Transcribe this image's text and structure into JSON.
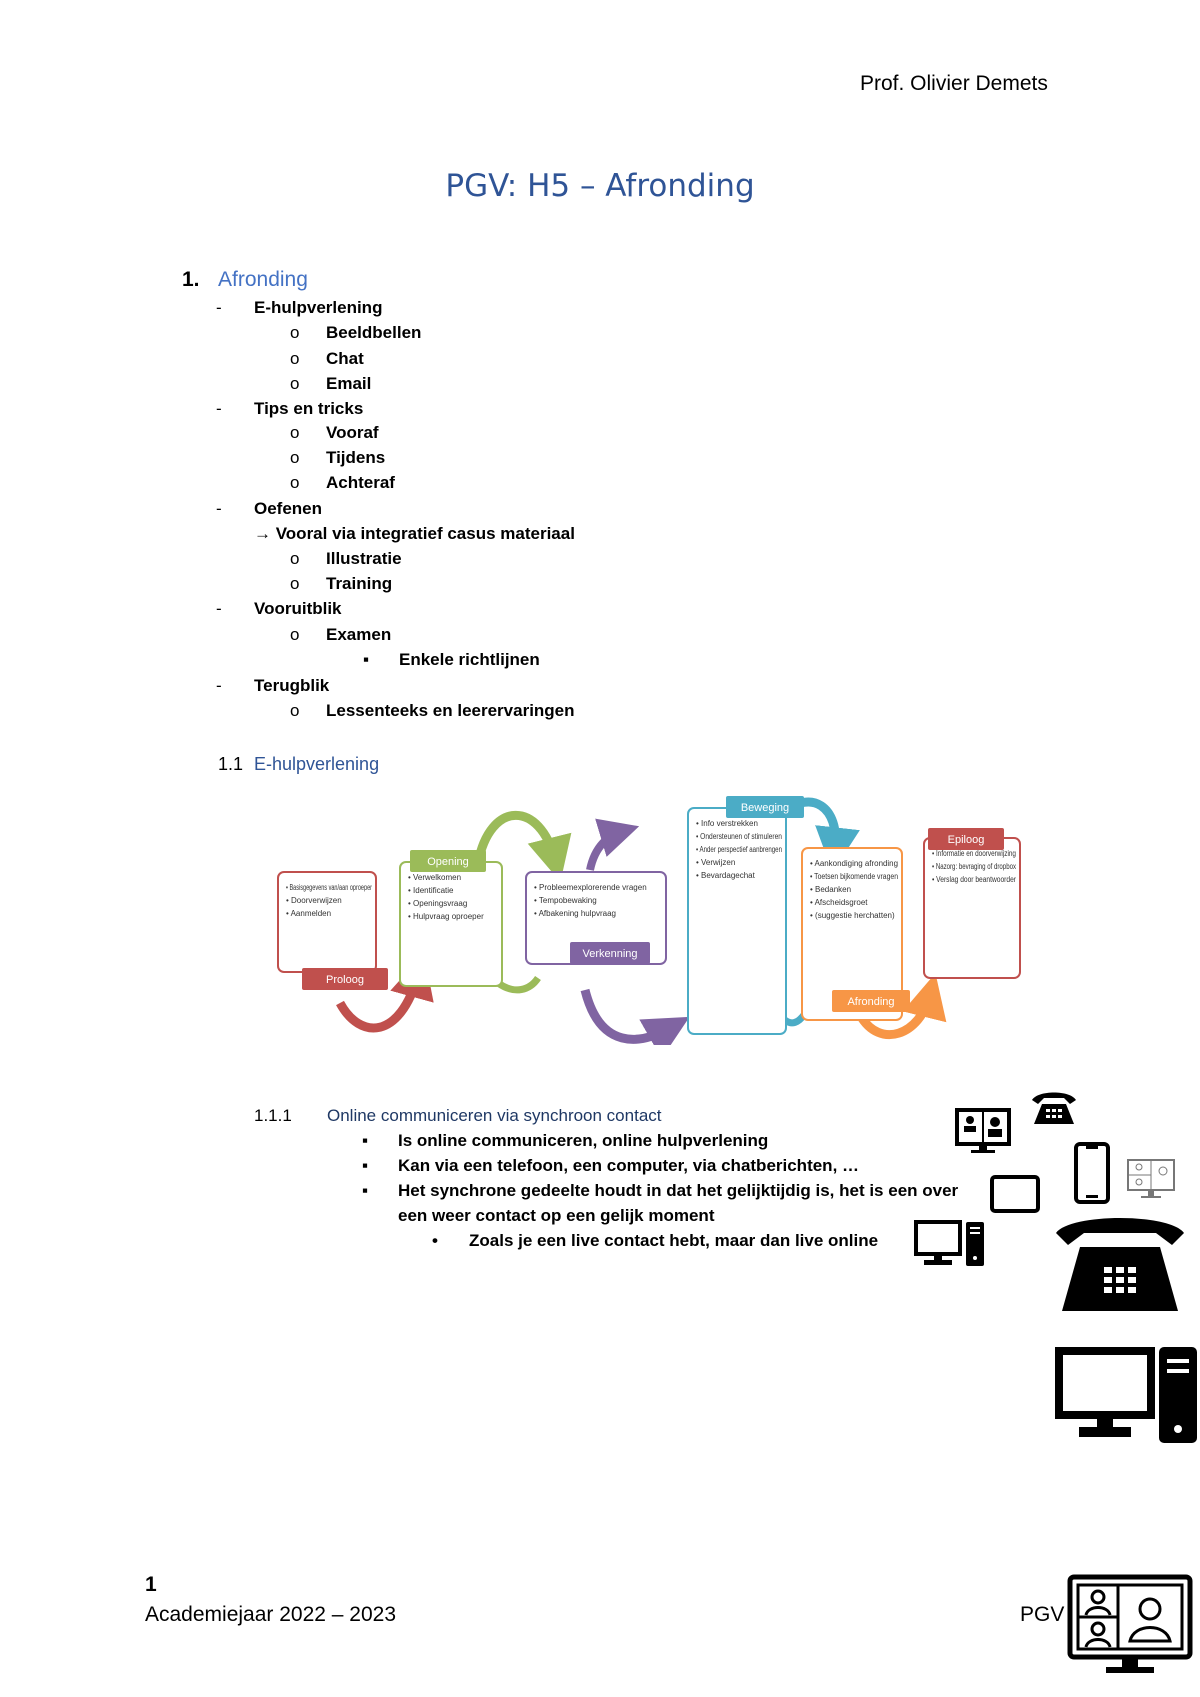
{
  "header": {
    "author": "Prof. Olivier Demets"
  },
  "title": "PGV: H5 – Afronding",
  "section1": {
    "number": "1.",
    "title": "Afronding"
  },
  "outline": [
    {
      "level": 1,
      "marker": "-",
      "text": "E-hulpverlening"
    },
    {
      "level": 2,
      "marker": "o",
      "text": "Beeldbellen"
    },
    {
      "level": 2,
      "marker": "o",
      "text": "Chat"
    },
    {
      "level": 2,
      "marker": "o",
      "text": "Email"
    },
    {
      "level": 1,
      "marker": "-",
      "text": "Tips en tricks"
    },
    {
      "level": 2,
      "marker": "o",
      "text": "Vooraf"
    },
    {
      "level": 2,
      "marker": "o",
      "text": "Tijdens"
    },
    {
      "level": 2,
      "marker": "o",
      "text": "Achteraf"
    },
    {
      "level": 1,
      "marker": "-",
      "text": "Oefenen"
    },
    {
      "level": 1,
      "marker": "",
      "text": "→ Vooral via integratief casus materiaal"
    },
    {
      "level": 2,
      "marker": "o",
      "text": "Illustratie"
    },
    {
      "level": 2,
      "marker": "o",
      "text": "Training"
    },
    {
      "level": 1,
      "marker": "-",
      "text": "Vooruitblik"
    },
    {
      "level": 2,
      "marker": "o",
      "text": "Examen"
    },
    {
      "level": 3,
      "marker": "▪",
      "text": "Enkele richtlijnen"
    },
    {
      "level": 1,
      "marker": "-",
      "text": "Terugblik"
    },
    {
      "level": 2,
      "marker": "o",
      "text": "Lessenteeks en leerervaringen"
    }
  ],
  "section1_1": {
    "number": "1.1",
    "title": "E-hulpverlening"
  },
  "diagram": {
    "phases": [
      {
        "label": "Proloog",
        "color": "#c0504d",
        "items": [
          "Basisgegevens van/aan oproeper",
          "Doorverwijzen",
          "Aanmelden"
        ]
      },
      {
        "label": "Opening",
        "color": "#9bbb59",
        "items": [
          "Verwelkomen",
          "Identificatie",
          "Openingsvraag",
          "Hulpvraag oproeper"
        ]
      },
      {
        "label": "Verkenning",
        "color": "#8064a2",
        "items": [
          "Probleemexplorerende vragen",
          "Tempobewaking",
          "Afbakening hulpvraag"
        ]
      },
      {
        "label": "Beweging",
        "color": "#4bacc6",
        "items": [
          "Info verstrekken",
          "Ondersteunen of stimuleren",
          "Ander perspectief aanbrengen",
          "Verwijzen",
          "Bevardagechat"
        ]
      },
      {
        "label": "Afronding",
        "color": "#f79646",
        "items": [
          "Aankondiging afronding",
          "Toetsen bijkomende vragen",
          "Bedanken",
          "Afscheidsgroet",
          "(suggestie herchatten)"
        ]
      },
      {
        "label": "Epiloog",
        "color": "#c0504d",
        "items": [
          "Informatie en doorverwijzing",
          "Nazorg: bevraging of dropbox",
          "Verslag door beantwoorder"
        ]
      }
    ]
  },
  "section1_1_1": {
    "number": "1.1.1",
    "title": "Online communiceren via synchroon contact"
  },
  "bullets": [
    {
      "level": 1,
      "text": "Is online communiceren, online hulpverlening"
    },
    {
      "level": 1,
      "text": "Kan via een telefoon, een computer, via chatberichten, …"
    },
    {
      "level": 1,
      "text": "Het synchrone gedeelte houdt in dat het gelijktijdig is, het is een over"
    },
    {
      "level": 1,
      "text": "een weer contact op een gelijk moment"
    },
    {
      "level": 2,
      "text": "Zoals je een live contact hebt, maar dan live online"
    }
  ],
  "icons": [
    "video-call-icon",
    "telephone-icon",
    "smartphone-icon",
    "video-conference-icon",
    "tablet-icon",
    "desktop-computer-icon",
    "desk-phone-icon",
    "large-desktop-computer-icon",
    "video-call-monitor-icon"
  ],
  "footer": {
    "page": "1",
    "year": "Academiejaar 2022 – 2023",
    "course": "PGV"
  }
}
